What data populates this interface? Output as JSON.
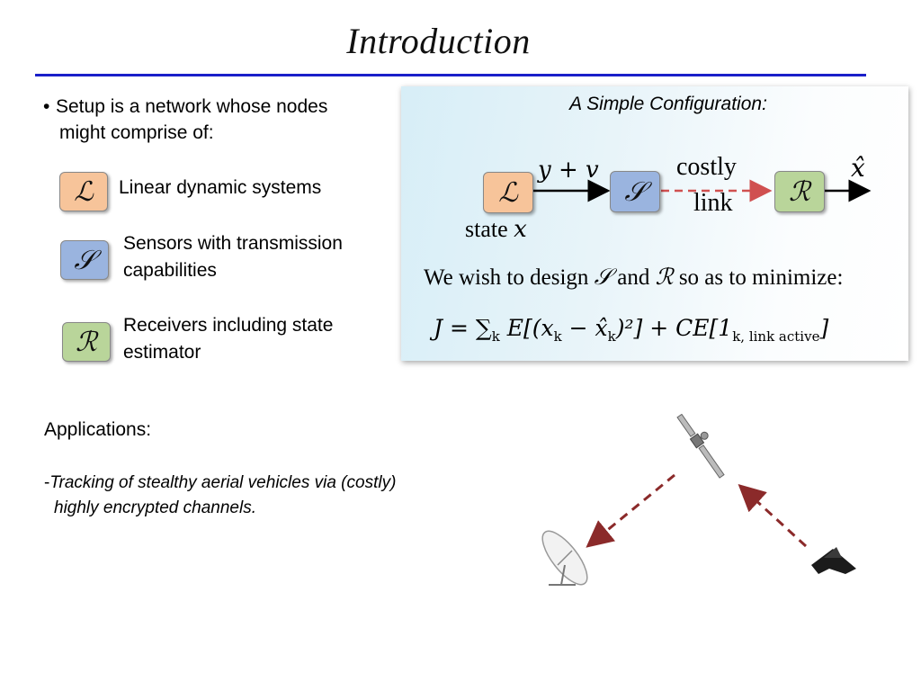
{
  "slide": {
    "title": "Introduction"
  },
  "intro": {
    "bullet": "Setup is a network whose nodes",
    "bullet_cont": "might comprise of:"
  },
  "symbols": [
    {
      "glyph": "ℒ",
      "label_line1": "Linear dynamic systems",
      "label_line2": ""
    },
    {
      "glyph": "𝒮",
      "label_line1": "Sensors with transmission",
      "label_line2": "capabilities"
    },
    {
      "glyph": "ℛ",
      "label_line1": "Receivers including state",
      "label_line2": "estimator"
    }
  ],
  "config": {
    "title": "A Simple Configuration:",
    "node_L": "ℒ",
    "node_S": "𝒮",
    "node_R": "ℛ",
    "edge_label": "y + v",
    "costly": "costly",
    "link": "link",
    "output": "x̂",
    "state_word": "state",
    "state_var": "x",
    "wish_pre": "We wish to design",
    "wish_S": "𝒮",
    "wish_and": "and",
    "wish_R": "ℛ",
    "wish_post": "so as to minimize:",
    "formula_main": "J = ∑",
    "formula_sub_k": "k",
    "formula_mid": " E[(x",
    "formula_sub_k2": "k",
    "formula_mid2": " − x̂",
    "formula_sub_k3": "k",
    "formula_mid3": ")²] + CE[1",
    "formula_sub_active": "k, link active",
    "formula_end": "]"
  },
  "applications": {
    "heading": "Applications:",
    "item_prefix": "-",
    "item_line1": "Tracking of stealthy aerial vehicles via (costly)",
    "item_line2": "highly encrypted channels."
  },
  "colors": {
    "title_rule": "#1a1fc9",
    "L_fill": "#f7c49a",
    "S_fill": "#9ab4df",
    "R_fill": "#b9d59a",
    "dashed_link": "#d05050",
    "illustration_arrow": "#8b2a2a"
  },
  "illustration": {
    "icons": [
      "satellite-icon",
      "radar-dish-icon",
      "stealth-aircraft-icon"
    ]
  }
}
